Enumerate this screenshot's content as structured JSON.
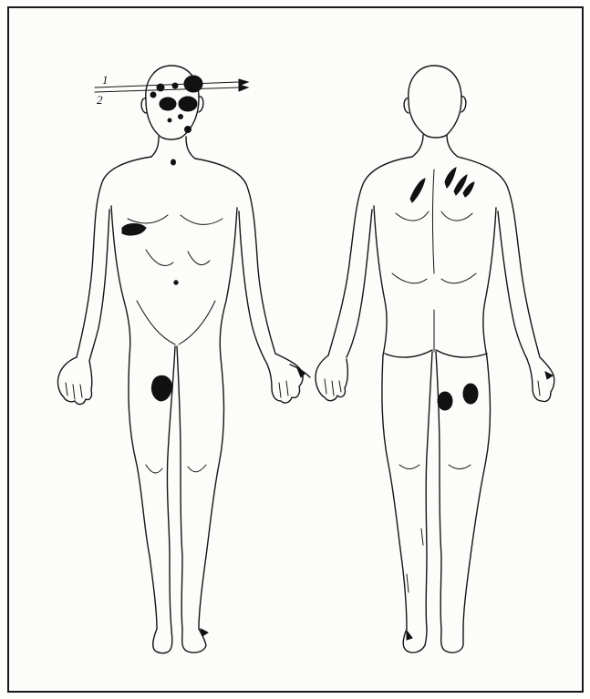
{
  "diagram": {
    "markers": [
      {
        "label": "1"
      },
      {
        "label": "2"
      }
    ],
    "colors": {
      "ink": "#151515",
      "paper": "#fcfcfa",
      "injury": "#111111"
    },
    "views": [
      "front",
      "back"
    ]
  }
}
